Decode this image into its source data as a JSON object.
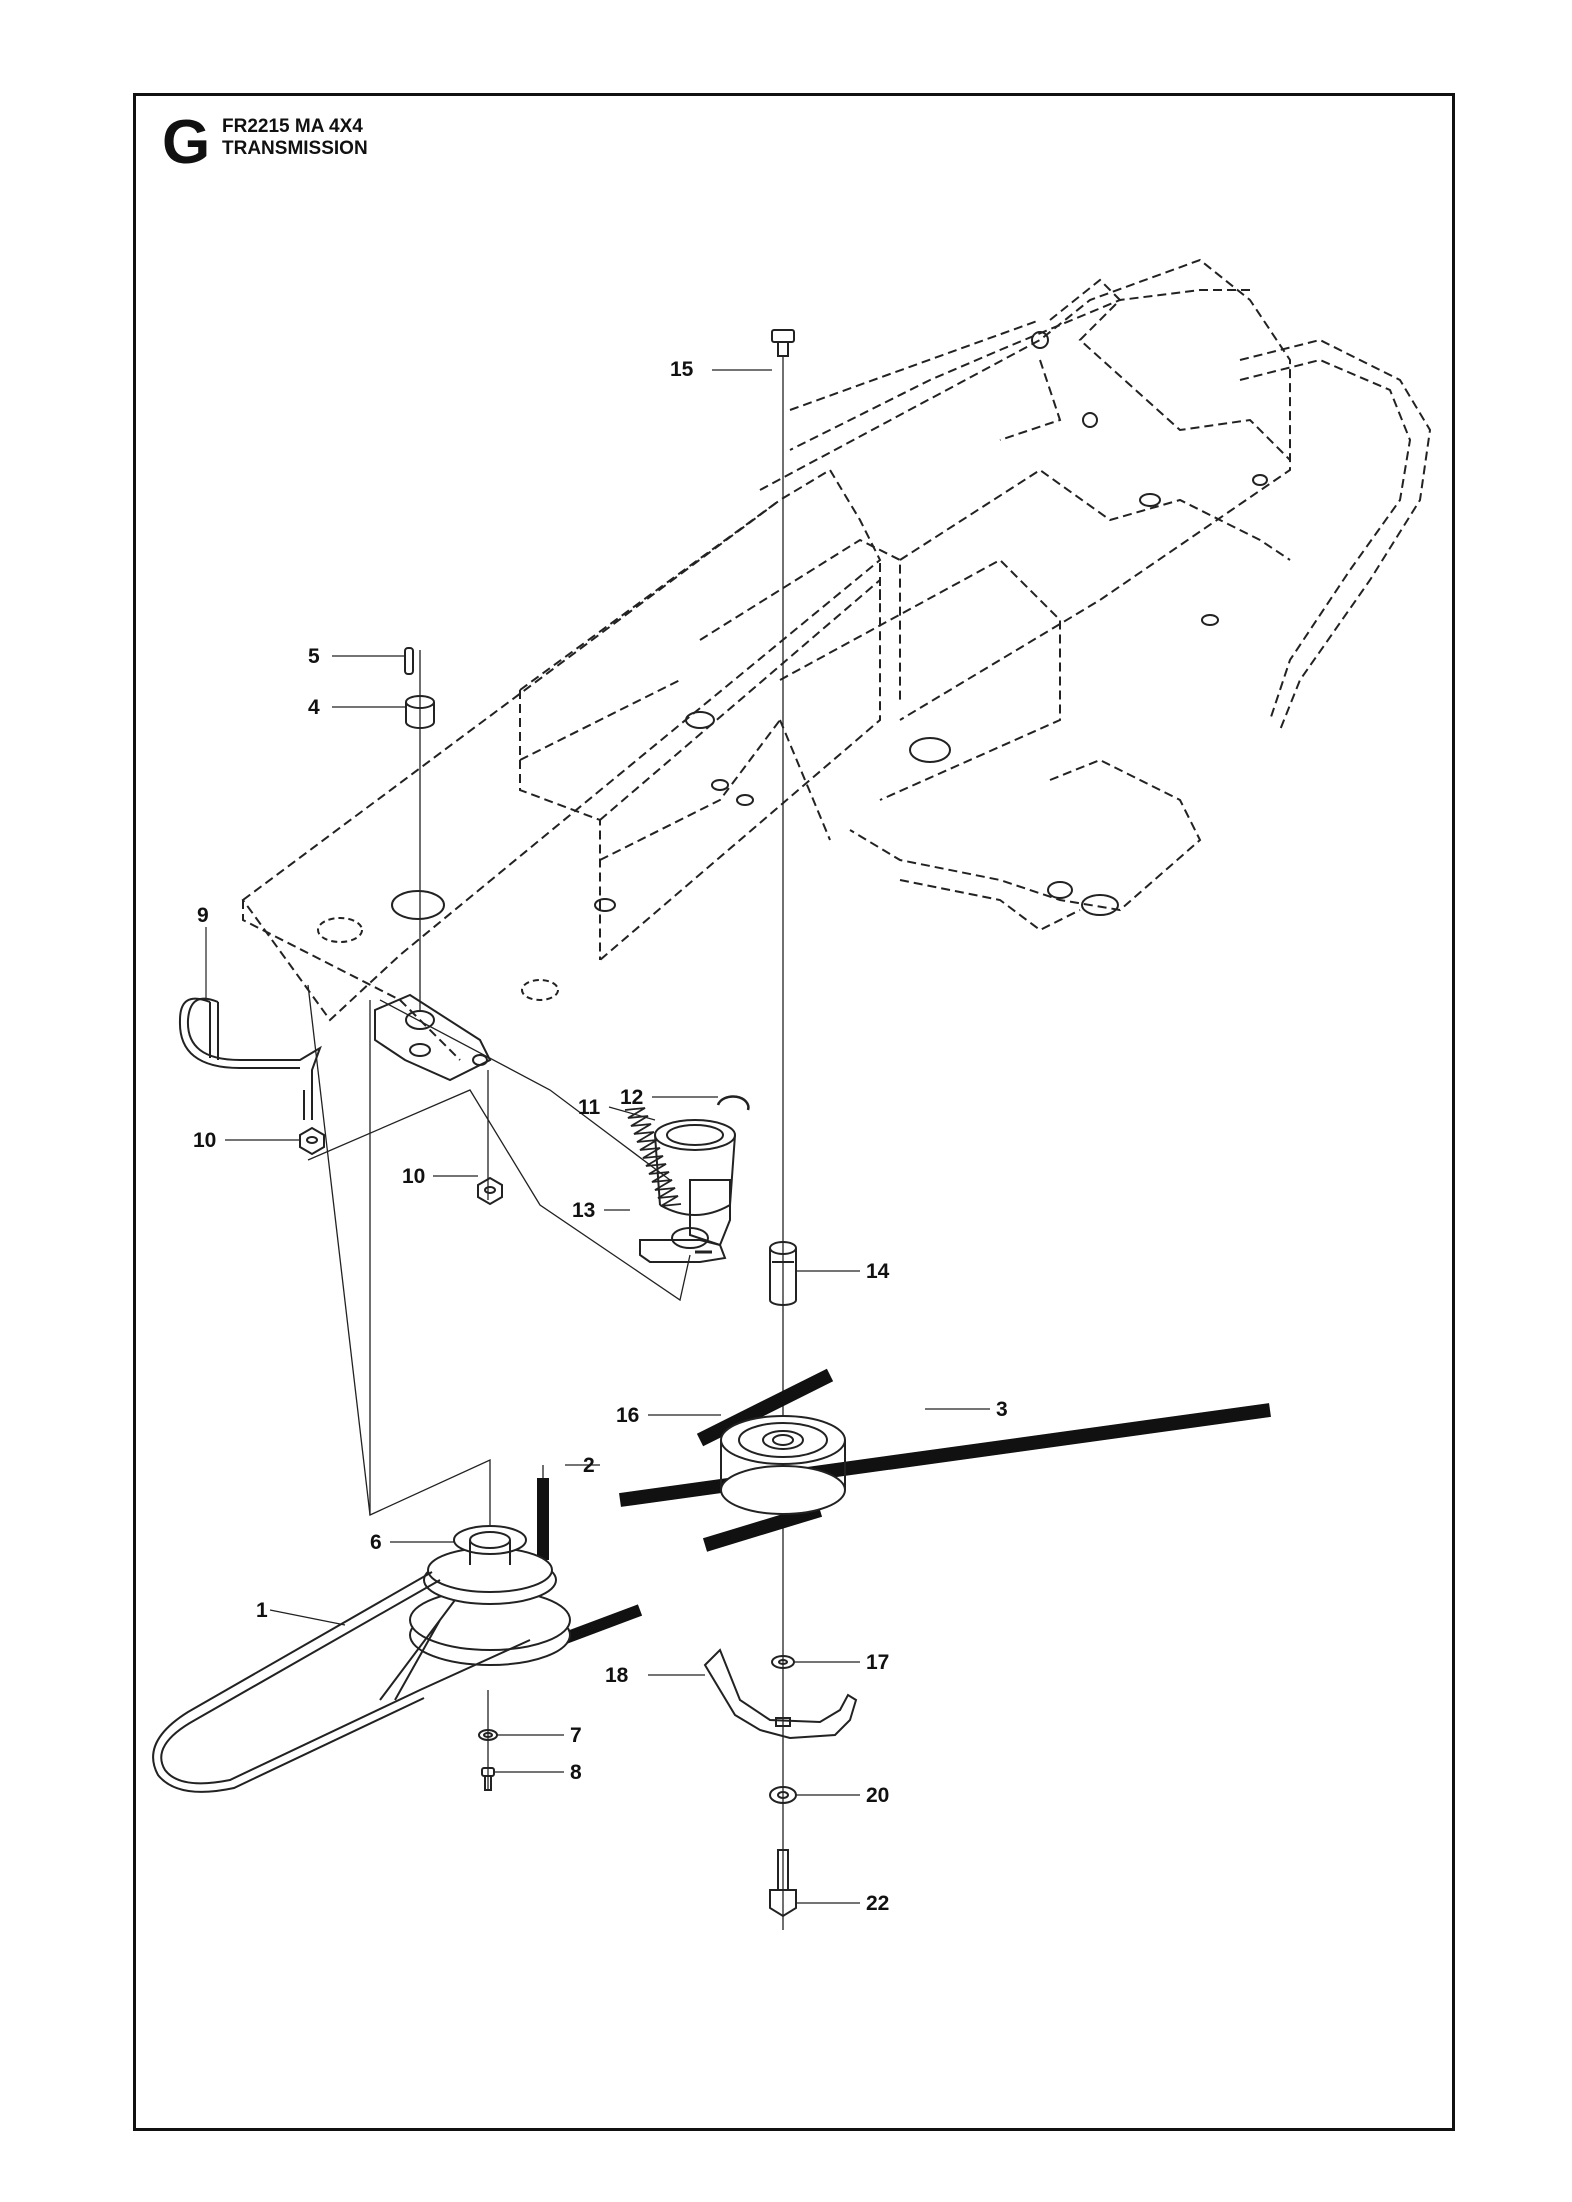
{
  "header": {
    "section_letter": "G",
    "model": "FR2215 MA 4X4",
    "section_title": "TRANSMISSION"
  },
  "callouts": {
    "c15": "15",
    "c5": "5",
    "c4": "4",
    "c9": "9",
    "c10a": "10",
    "c10b": "10",
    "c12": "12",
    "c11": "11",
    "c13": "13",
    "c14": "14",
    "c16": "16",
    "c3": "3",
    "c2": "2",
    "c6": "6",
    "c1": "1",
    "c7": "7",
    "c8": "8",
    "c17": "17",
    "c18": "18",
    "c20": "20",
    "c22": "22"
  }
}
